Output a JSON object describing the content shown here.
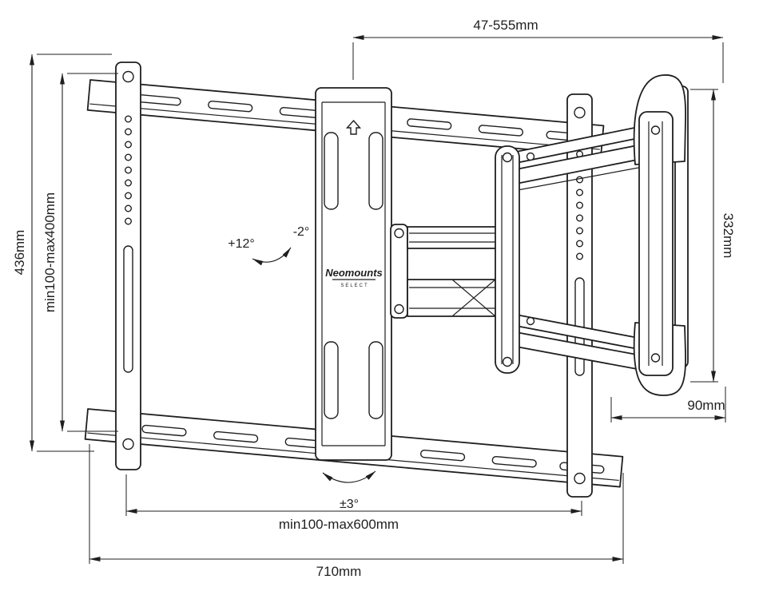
{
  "drawing": {
    "brand": {
      "name": "Neomounts",
      "tagline": "SELECT"
    },
    "dimensions": {
      "extension_range": "47-555mm",
      "total_height": "436mm",
      "vesa_height_range": "min100-max400mm",
      "arm_height": "332mm",
      "depth": "90mm",
      "vesa_width_range": "min100-max600mm",
      "total_width": "710mm"
    },
    "angles": {
      "tilt_up": "+12°",
      "tilt_down": "-2°",
      "swivel": "±3°"
    },
    "colors": {
      "line": "#1f1f1f",
      "background": "#ffffff"
    }
  }
}
